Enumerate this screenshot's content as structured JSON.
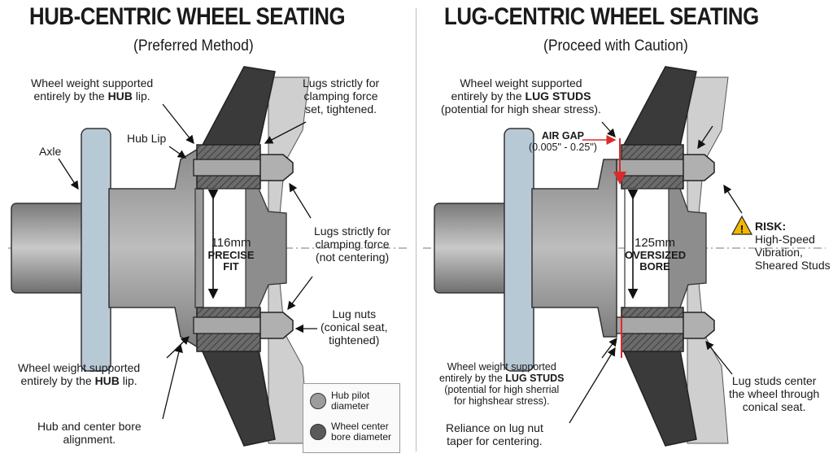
{
  "left": {
    "title": "HUB-CENTRIC WHEEL SEATING",
    "subtitle": "(Preferred Method)",
    "top_note": {
      "pre": "Wheel weight supported",
      "line2_pre": "entirely by the ",
      "bold": "HUB",
      "post": " lip."
    },
    "hub_lip_label": "Hub Lip",
    "axle_label": "Axle",
    "lugs_top": [
      "Lugs strictly for",
      "clamping force",
      "set, tightened."
    ],
    "lugs_mid": [
      "Lugs strictly for",
      "clamping force",
      "(not centering)"
    ],
    "lug_nuts": [
      "Lug nuts",
      "(conical seat,",
      "tightened)"
    ],
    "dimension": "116mm",
    "dimension_label": [
      "PRECISE",
      "FIT"
    ],
    "bottom_note": {
      "pre": "Wheel weight supported",
      "line2_pre": "entirely by the ",
      "bold": "HUB",
      "post": " lip."
    },
    "alignment_note": [
      "Hub and center bore",
      "alignment."
    ]
  },
  "right": {
    "title": "LUG-CENTRIC WHEEL SEATING",
    "subtitle": "(Proceed with Caution)",
    "top_note": {
      "line1": "Wheel weight supported",
      "line2_pre": "entirely by the ",
      "bold": "LUG STUDS",
      "line3": "(potential for high shear stress)."
    },
    "air_gap_title": "AIR GAP",
    "air_gap_value": "(0.005\" - 0.25\")",
    "dimension": "125mm",
    "dimension_label": [
      "OVERSIZED",
      "BORE"
    ],
    "risk_title": "RISK:",
    "risk_lines": [
      "High-Speed",
      "Vibration,",
      "Sheared Studs"
    ],
    "studs_center": [
      "Lug studs center",
      "the wheel through",
      "conical seat."
    ],
    "bottom_note": {
      "line1": "Wheel weight supported",
      "line2_pre": "entirely by the ",
      "bold": "LUG STUDS",
      "line3": "(potential for high sherrial",
      "line4": "for highshear stress)."
    },
    "reliance_note": [
      "Reliance on lug nut",
      "taper for centering."
    ]
  },
  "legend": {
    "items": [
      {
        "label": [
          "Hub pilot",
          "diameter"
        ],
        "color": "#9c9c9c"
      },
      {
        "label": [
          "Wheel center",
          "bore diameter"
        ],
        "color": "#5a5a5a"
      }
    ]
  },
  "colors": {
    "hub_blue": "#b8c9d6",
    "metal": "#8f8f8f",
    "wheel": "#3a3a3a",
    "gap_red": "#d92b2b",
    "risk_yellow": "#f2b700"
  }
}
